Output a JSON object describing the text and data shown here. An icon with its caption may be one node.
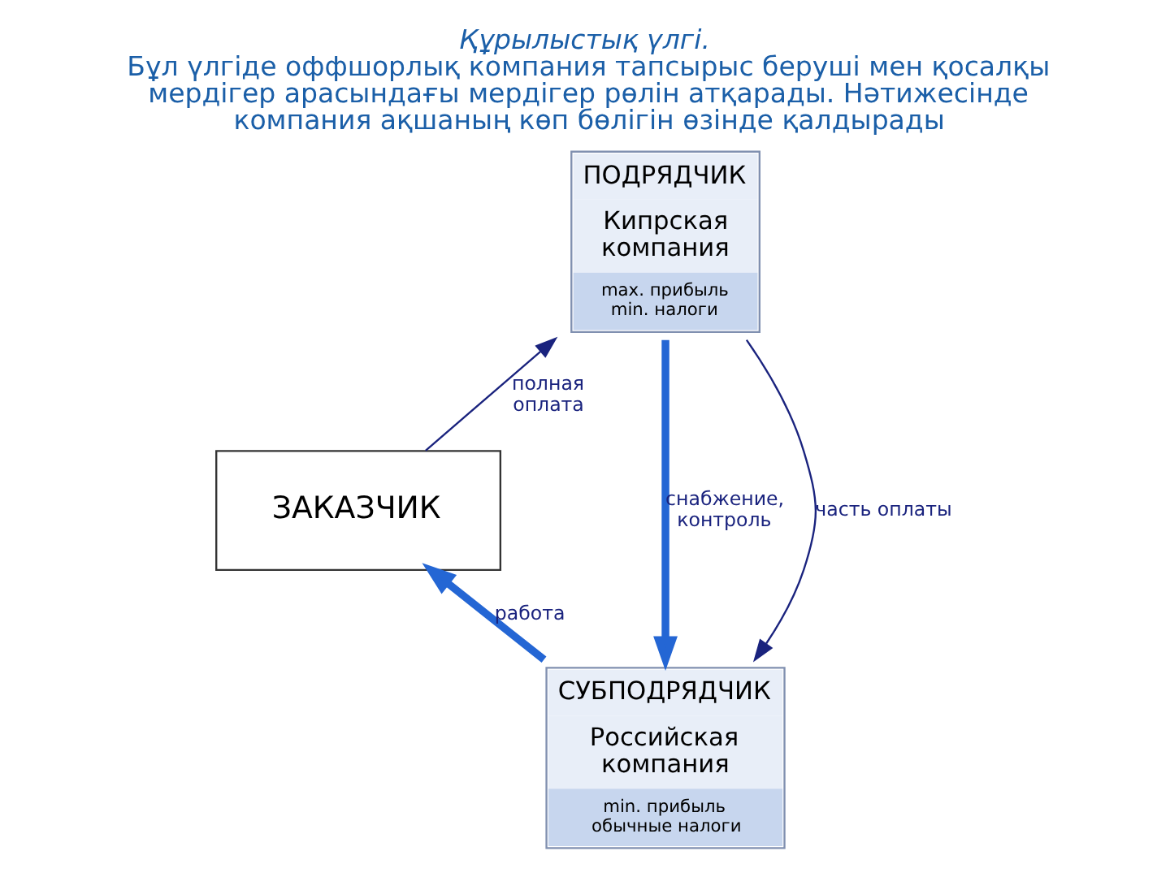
{
  "diagram": {
    "title": "Құрылыстық үлгі.",
    "caption": "Бұл үлгіде оффшорлық компания тапсырыс беруші мен қосалқы мердігер арасындағы мердігер рөлін атқарады. Нәтижесінде компания ақшаның көп бөлігін өзінде қалдырады",
    "nodes": [
      {
        "text": [
          "ЗАКАЗЧИК"
        ]
      },
      {
        "text": [
          "ПОДРЯДЧИК",
          "Кипрская компания",
          "max. прибыль min. налоги"
        ]
      },
      {
        "text": [
          "СУБПОДРЯДЧИК",
          "Российская компания",
          "min. прибыль обычные налоги"
        ]
      }
    ],
    "edges": [
      {
        "from": 0,
        "to": 1,
        "arrow": "to",
        "label": "полная оплата"
      },
      {
        "from": 1,
        "to": 2,
        "arrow": "to",
        "label": "снабжение, контроль",
        "style": "thick",
        "color": "#2466d4"
      },
      {
        "from": 1,
        "to": 2,
        "arrow": "to",
        "label": "часть оплаты"
      },
      {
        "from": 2,
        "to": 0,
        "arrow": "to",
        "label": "работа",
        "style": "thick",
        "color": "#2466d4"
      }
    ]
  }
}
